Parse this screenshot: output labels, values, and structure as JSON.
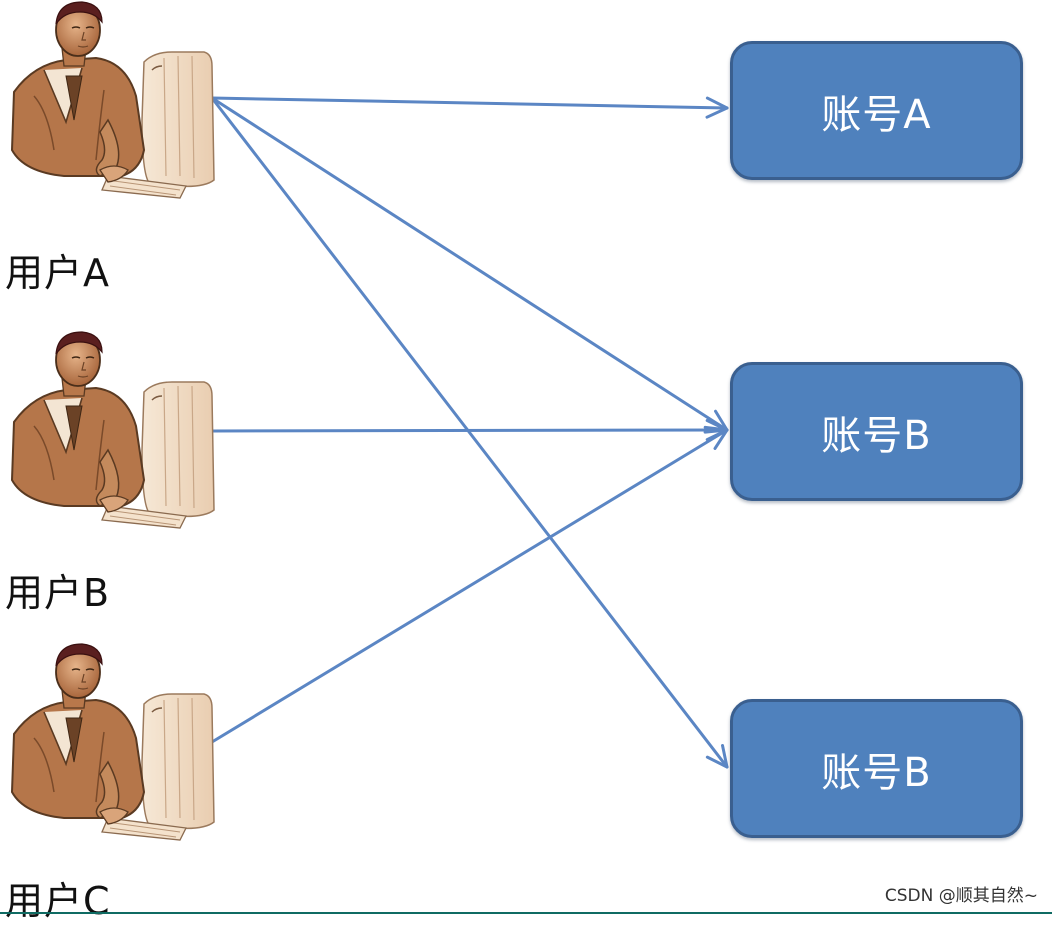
{
  "colors": {
    "arrow": "#5b86c4",
    "box_fill": "#4f81bd",
    "box_border": "#3a5f8f"
  },
  "users": [
    {
      "label": "用户A",
      "icon": "businessman-at-computer-icon"
    },
    {
      "label": "用户B",
      "icon": "businessman-at-computer-icon"
    },
    {
      "label": "用户C",
      "icon": "businessman-at-computer-icon"
    }
  ],
  "accounts": [
    {
      "label": "账号A"
    },
    {
      "label": "账号B"
    },
    {
      "label": "账号B"
    }
  ],
  "connections": [
    {
      "from": 0,
      "to": 0
    },
    {
      "from": 0,
      "to": 1
    },
    {
      "from": 0,
      "to": 2
    },
    {
      "from": 1,
      "to": 1
    },
    {
      "from": 2,
      "to": 1
    }
  ],
  "watermark": "CSDN @顺其自然~"
}
